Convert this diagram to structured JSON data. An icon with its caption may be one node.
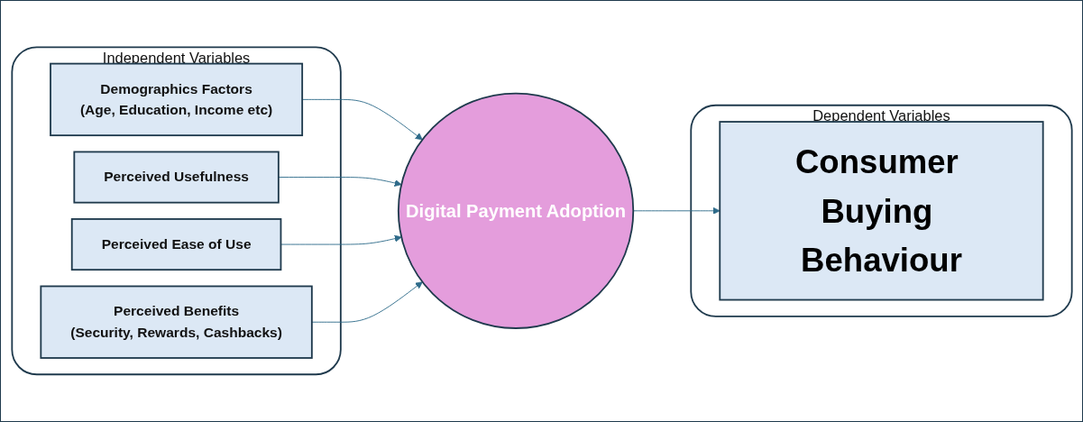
{
  "diagram": {
    "nodes": [
      {
        "text": [
          "Independent Variables"
        ]
      },
      {
        "text": [
          "Demographics Factors",
          "(Age, Education, Income etc)"
        ],
        "in": 0
      },
      {
        "text": [
          "Perceived Usefulness"
        ],
        "in": 0
      },
      {
        "text": [
          "Perceived Ease of Use"
        ],
        "in": 0
      },
      {
        "text": [
          "Perceived Benefits",
          "(Security, Rewards, Cashbacks)"
        ],
        "in": 0
      },
      {
        "text": [
          "Digital Payment Adoption"
        ]
      },
      {
        "text": [
          "Dependent Variables"
        ]
      },
      {
        "text": [
          "Consumer Buying Behaviour"
        ],
        "in": 6
      }
    ],
    "edges": [
      {
        "from": 1,
        "to": 5,
        "arrow": "to"
      },
      {
        "from": 2,
        "to": 5,
        "arrow": "to"
      },
      {
        "from": 3,
        "to": 5,
        "arrow": "to"
      },
      {
        "from": 4,
        "to": 5,
        "arrow": "to"
      },
      {
        "from": 5,
        "to": 7,
        "arrow": "to"
      }
    ]
  }
}
